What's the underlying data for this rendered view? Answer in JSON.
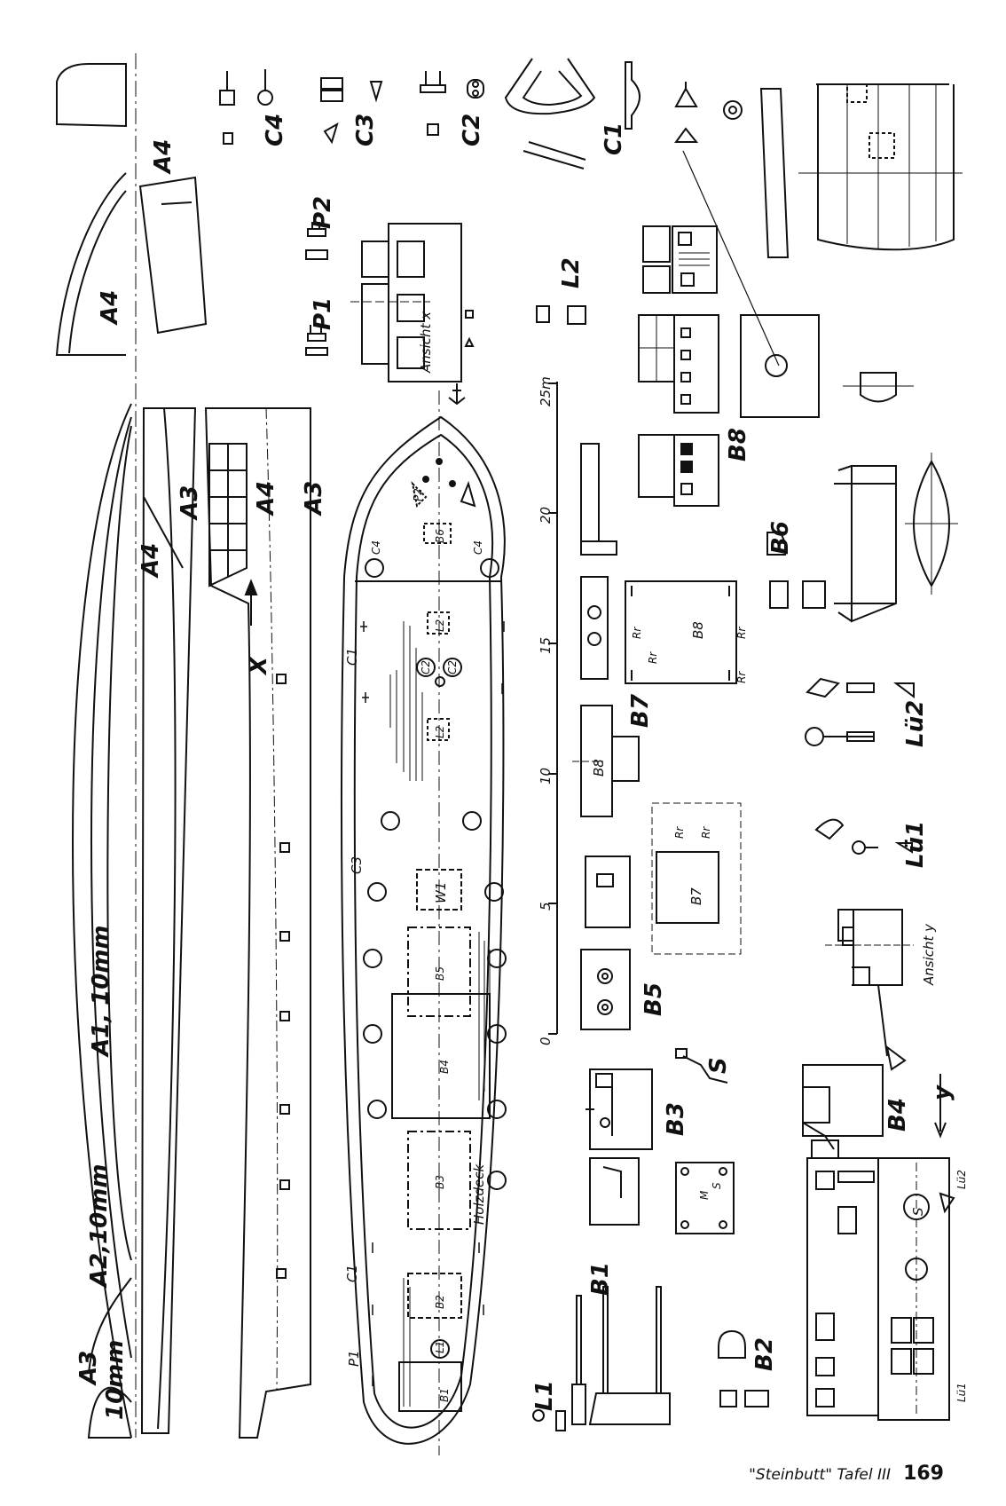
{
  "footer": {
    "caption": "\"Steinbutt\" Tafel III",
    "page_number": "169"
  },
  "labels": {
    "a1": "A1, 10mm",
    "a2": "A2,10mm",
    "a3": "A3",
    "a3_10": "10mm",
    "a4": "A4",
    "x_arrow": "X",
    "y_arrow": "y",
    "c1": "C1",
    "c2": "C2",
    "c3": "C3",
    "c4": "C4",
    "p1": "P1",
    "p2": "P2",
    "l1": "L1",
    "l2": "L2",
    "b1": "B1",
    "b2": "B2",
    "b3": "B3",
    "b4": "B4",
    "b5": "B5",
    "b6": "B6",
    "b7": "B7",
    "b8": "B8",
    "w1": "W1",
    "holzdeck": "Holzdeck",
    "lu1": "Lü1",
    "lu2": "Lü2",
    "s": "S",
    "m": "M",
    "rr": "Rr",
    "ansicht_x": "Ansicht x",
    "ansicht_y": "Ansicht y"
  },
  "scale_bar": {
    "ticks": [
      "0",
      "5",
      "10",
      "15",
      "20",
      "25m"
    ]
  }
}
